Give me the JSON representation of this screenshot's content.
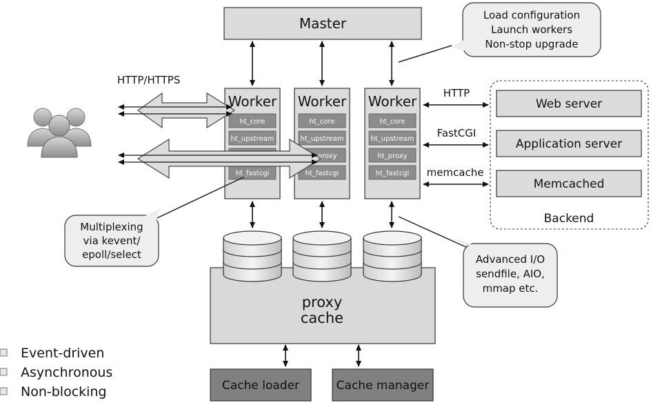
{
  "master": {
    "label": "Master"
  },
  "master_callout": {
    "lines": [
      "Load configuration",
      "Launch workers",
      "Non-stop upgrade"
    ]
  },
  "client_protocol": "HTTP/HTTPS",
  "workers": [
    {
      "label": "Worker",
      "modules": [
        "ht_core",
        "ht_upstream",
        "",
        "ht_fastcgi"
      ]
    },
    {
      "label": "Worker",
      "modules": [
        "ht_core",
        "ht_upstream",
        "ht_proxy",
        "ht_fastcgi"
      ]
    },
    {
      "label": "Worker",
      "modules": [
        "ht_core",
        "ht_upstream",
        "ht_proxy",
        "ht_fastcgi"
      ]
    }
  ],
  "backend_links": [
    "HTTP",
    "FastCGI",
    "memcache"
  ],
  "backend": {
    "servers": [
      "Web server",
      "Application server",
      "Memcached"
    ],
    "label": "Backend"
  },
  "multiplex_callout": {
    "lines": [
      "Multiplexing",
      "via kevent/",
      "epoll/select"
    ]
  },
  "io_callout": {
    "lines": [
      "Advanced I/O",
      "sendfile, AIO,",
      "mmap etc."
    ]
  },
  "cache": {
    "lines": [
      "proxy",
      "cache"
    ]
  },
  "cache_processes": [
    "Cache loader",
    "Cache manager"
  ],
  "legend": [
    "Event-driven",
    "Asynchronous",
    "Non-blocking"
  ],
  "colors": {
    "box_fill": "#dcdcdc",
    "module_fill": "#8c8c8c",
    "dark_box": "#808080",
    "stroke": "#333333"
  }
}
